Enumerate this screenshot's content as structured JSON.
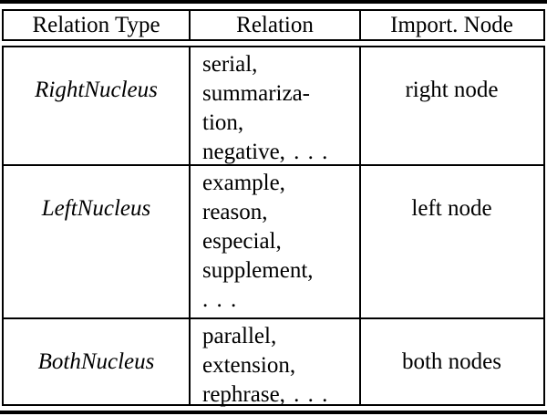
{
  "colors": {
    "text": "#000000",
    "background": "#ffffff",
    "border": "#000000"
  },
  "table": {
    "headers": {
      "relation_type": "Relation Type",
      "relation": "Relation",
      "import_node": "Import. Node"
    },
    "rows": [
      {
        "type": "RightNucleus",
        "relation_lines": [
          "serial,",
          "summariza-",
          "tion,",
          "negative, . . ."
        ],
        "import_node": "right node"
      },
      {
        "type": "LeftNucleus",
        "relation_lines": [
          "example,",
          "reason,",
          "especial,",
          "supplement,",
          ". . ."
        ],
        "import_node": "left node"
      },
      {
        "type": "BothNucleus",
        "relation_lines": [
          "parallel,",
          "extension,",
          "rephrase, . . ."
        ],
        "import_node": "both nodes"
      }
    ]
  }
}
